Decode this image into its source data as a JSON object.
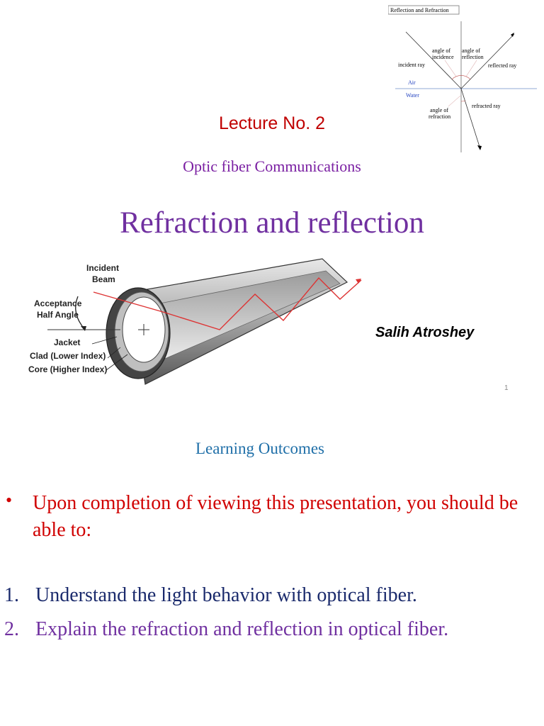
{
  "slide1": {
    "diagram": {
      "title": "Reflection and Refraction",
      "angle_incidence": [
        "angle of",
        "incidence"
      ],
      "angle_reflection": [
        "angle of",
        "reflection"
      ],
      "incident_ray": "incident ray",
      "reflected_ray": "reflected ray",
      "air": "Air",
      "water": "Water",
      "refracted_ray": "refracted ray",
      "angle_refraction": [
        "angle of",
        "refraction"
      ]
    },
    "lecture": "Lecture No. 2",
    "course": "Optic fiber Communications",
    "title": "Refraction and reflection",
    "fiber": {
      "incident_beam": [
        "Incident",
        "Beam"
      ],
      "acceptance": [
        "Acceptance",
        "Half Angle"
      ],
      "jacket": "Jacket",
      "clad": "Clad (Lower Index)",
      "core": "Core (Higher Index)"
    },
    "author": "Salih Atroshey",
    "page_number": "1"
  },
  "slide2": {
    "heading": "Learning Outcomes",
    "bullet": "•",
    "intro": "Upon completion of viewing this presentation, you should be able to:",
    "outcomes": [
      {
        "num": "1.",
        "text": "Understand the light behavior with optical fiber."
      },
      {
        "num": "2.",
        "text": "Explain the refraction and reflection in optical fiber."
      }
    ]
  },
  "colors": {
    "lecture": "#c00000",
    "title": "#7030a0",
    "heading": "#1f6fa8",
    "bullet": "#d00000"
  }
}
